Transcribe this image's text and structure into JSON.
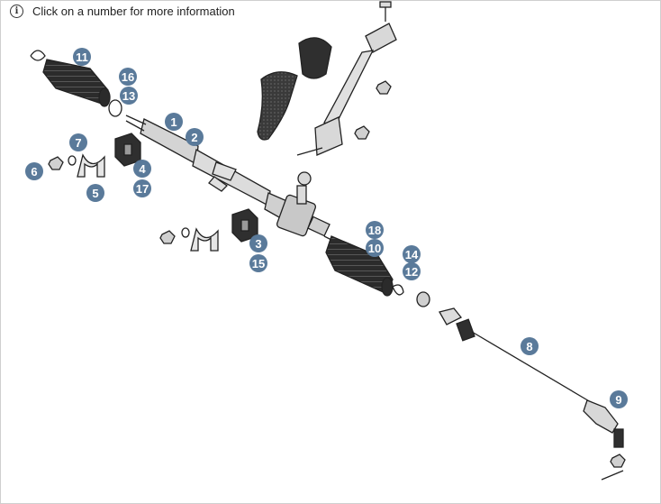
{
  "header": {
    "info_icon": "info-icon",
    "hint_text": "Click on a number for more information"
  },
  "callouts": [
    "1",
    "2",
    "3",
    "4",
    "5",
    "6",
    "7",
    "8",
    "9",
    "10",
    "11",
    "12",
    "13",
    "14",
    "15",
    "16",
    "17",
    "18"
  ],
  "colors": {
    "callout_fill": "#5a7a9a",
    "callout_text": "#ffffff",
    "part_fill": "#cfcfcf",
    "part_stroke": "#222222",
    "boot_fill": "#2e2e2e"
  }
}
